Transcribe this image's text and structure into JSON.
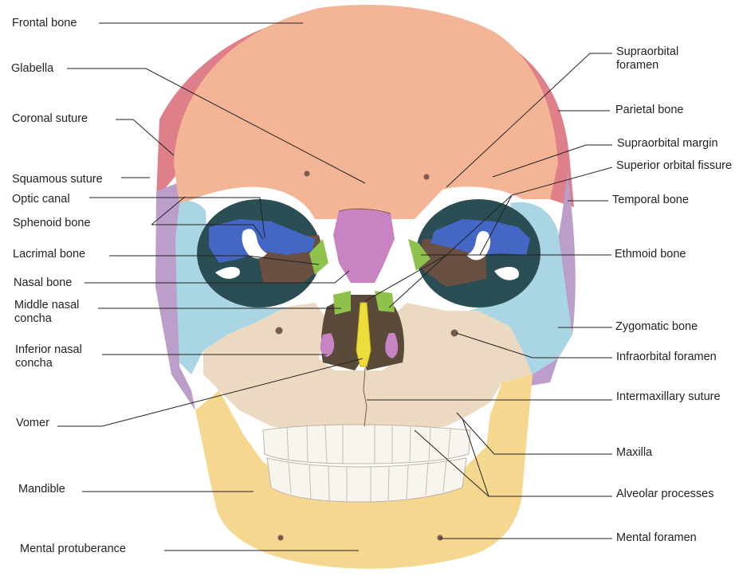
{
  "colors": {
    "frontal": "#f4b596",
    "parietal": "#de7f89",
    "temporal": "#bb9ec9",
    "zygomatic": "#a9d5e4",
    "sphenoid": "#4467c5",
    "maxilla": "#ecd9c1",
    "mandible": "#f6d78f",
    "nasal": "#c783c2",
    "ethmoid": "#8fc24c",
    "vomer": "#eedd3a",
    "teeth": "#f8f4ee",
    "orbit": "#2b4e55",
    "leader": "#222222"
  },
  "labels_left": {
    "frontal_bone": "Frontal bone",
    "glabella": "Glabella",
    "coronal_suture": "Coronal suture",
    "squamous_suture": "Squamous suture",
    "optic_canal": "Optic canal",
    "sphenoid_bone": "Sphenoid bone",
    "lacrimal_bone": "Lacrimal bone",
    "nasal_bone": "Nasal bone",
    "middle_nasal_concha": "Middle nasal concha",
    "inferior_nasal_concha": "Inferior nasal concha",
    "vomer": "Vomer",
    "mandible": "Mandible",
    "mental_protuberance": "Mental protuberance"
  },
  "labels_right": {
    "supraorbital_foramen": "Supraorbital foramen",
    "parietal_bone": "Parietal bone",
    "supraorbital_margin": "Supraorbital margin",
    "superior_orbital_fissure": "Superior orbital fissure",
    "temporal_bone": "Temporal bone",
    "ethmoid_bone": "Ethmoid bone",
    "zygomatic_bone": "Zygomatic bone",
    "infraorbital_foramen": "Infraorbital foramen",
    "intermaxillary_suture": "Intermaxillary suture",
    "maxilla": "Maxilla",
    "alveolar_processes": "Alveolar processes",
    "mental_foramen": "Mental foramen"
  }
}
